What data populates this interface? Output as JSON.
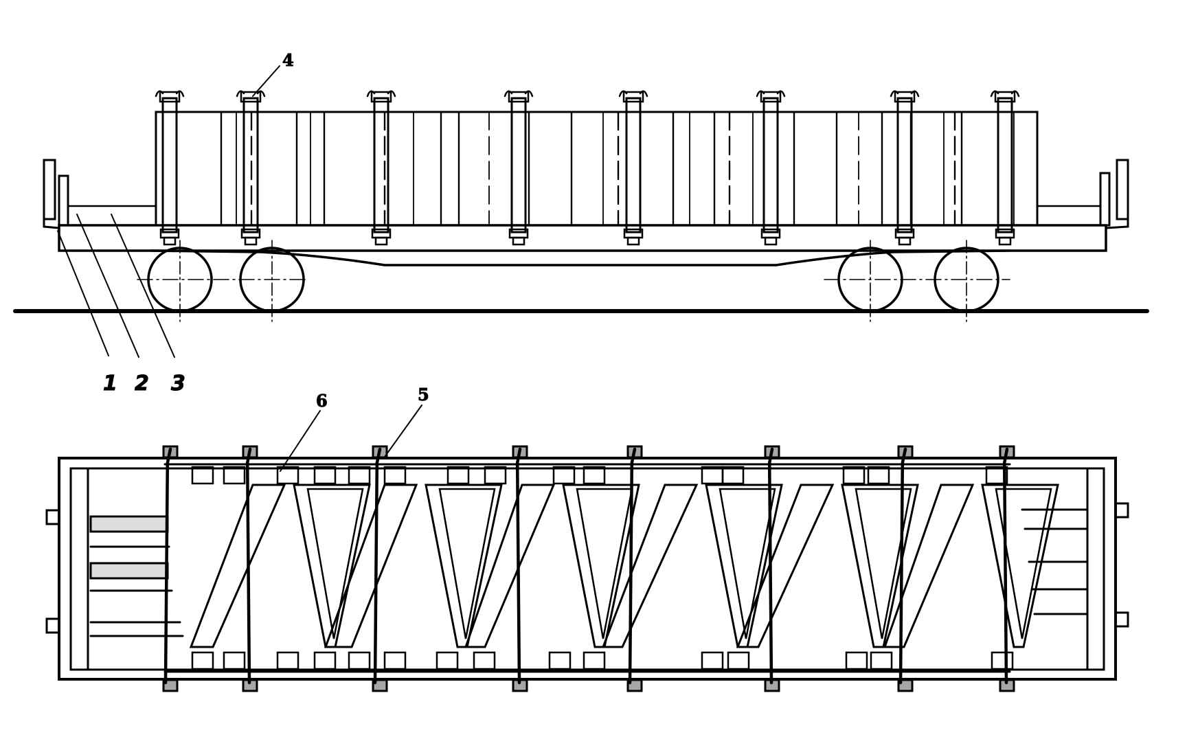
{
  "callouts": {
    "side_view": [
      "1",
      "2",
      "3",
      "4"
    ],
    "plan_view": [
      "5",
      "6"
    ]
  },
  "colors": {
    "ink": "#000000",
    "paper": "#ffffff"
  }
}
